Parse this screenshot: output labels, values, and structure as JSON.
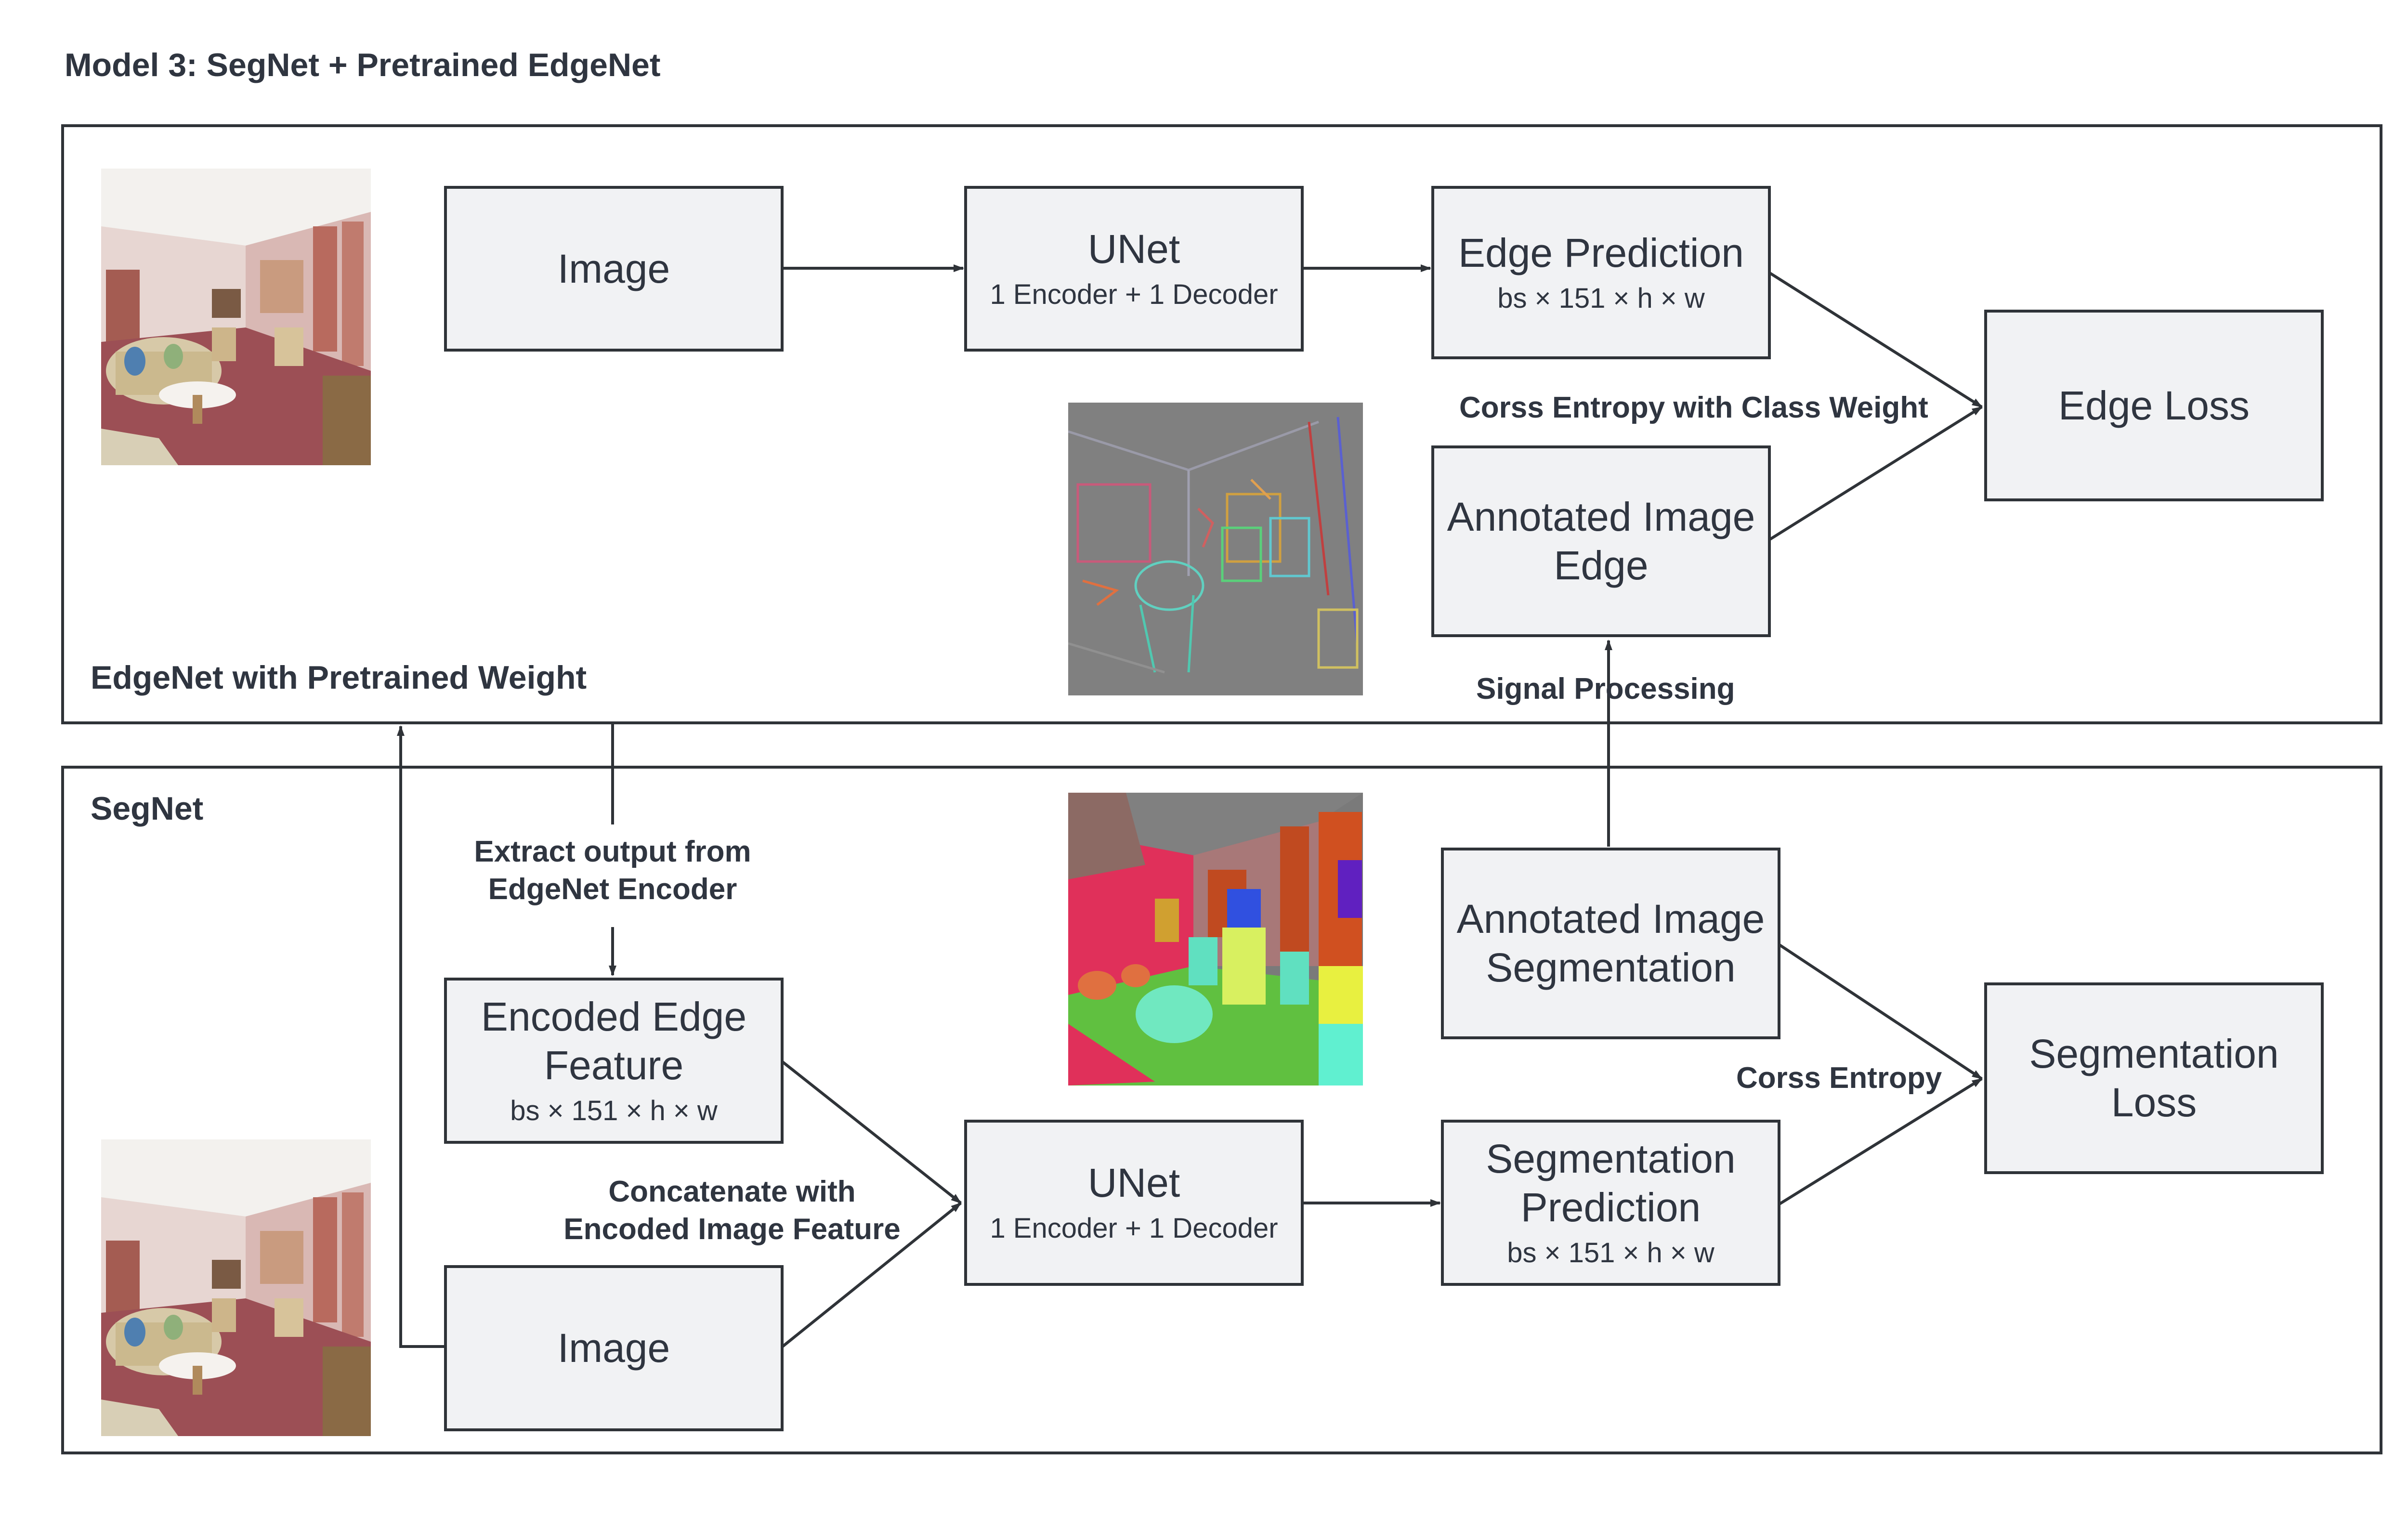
{
  "title": "Model 3: SegNet + Pretrained EdgeNet",
  "panels": {
    "edgenet": {
      "label": "EdgeNet with Pretrained Weight"
    },
    "segnet": {
      "label": "SegNet"
    }
  },
  "nodes": {
    "edge_image": {
      "main": "Image"
    },
    "edge_unet": {
      "main": "UNet",
      "sub": "1 Encoder + 1 Decoder"
    },
    "edge_prediction": {
      "main": "Edge Prediction",
      "sub": "bs × 151 × h × w"
    },
    "annotated_edge": {
      "main": "Annotated Image\nEdge"
    },
    "edge_loss": {
      "main": "Edge Loss"
    },
    "encoded_edge": {
      "main": "Encoded Edge\nFeature",
      "sub": "bs × 151 × h × w"
    },
    "seg_image": {
      "main": "Image"
    },
    "seg_unet": {
      "main": "UNet",
      "sub": "1 Encoder + 1 Decoder"
    },
    "annotated_seg": {
      "main": "Annotated Image\nSegmentation"
    },
    "seg_prediction": {
      "main": "Segmentation\nPrediction",
      "sub": "bs × 151 × h × w"
    },
    "seg_loss": {
      "main": "Segmentation\nLoss"
    }
  },
  "edge_labels": {
    "edge_loss_type": "Corss Entropy with Class Weight",
    "signal_processing": "Signal Processing",
    "extract_output": "Extract output from\nEdgeNet Encoder",
    "concatenate": "Concatenate with\nEncoded Image Feature",
    "seg_loss_type": "Corss Entropy"
  },
  "images": {
    "room_photo": "room-photo",
    "edge_map": "edge-map-image",
    "segmentation_map": "segmentation-map-image"
  },
  "colors": {
    "node_fill": "#f1f2f4",
    "border": "#2f3338",
    "text": "#2f3540"
  }
}
